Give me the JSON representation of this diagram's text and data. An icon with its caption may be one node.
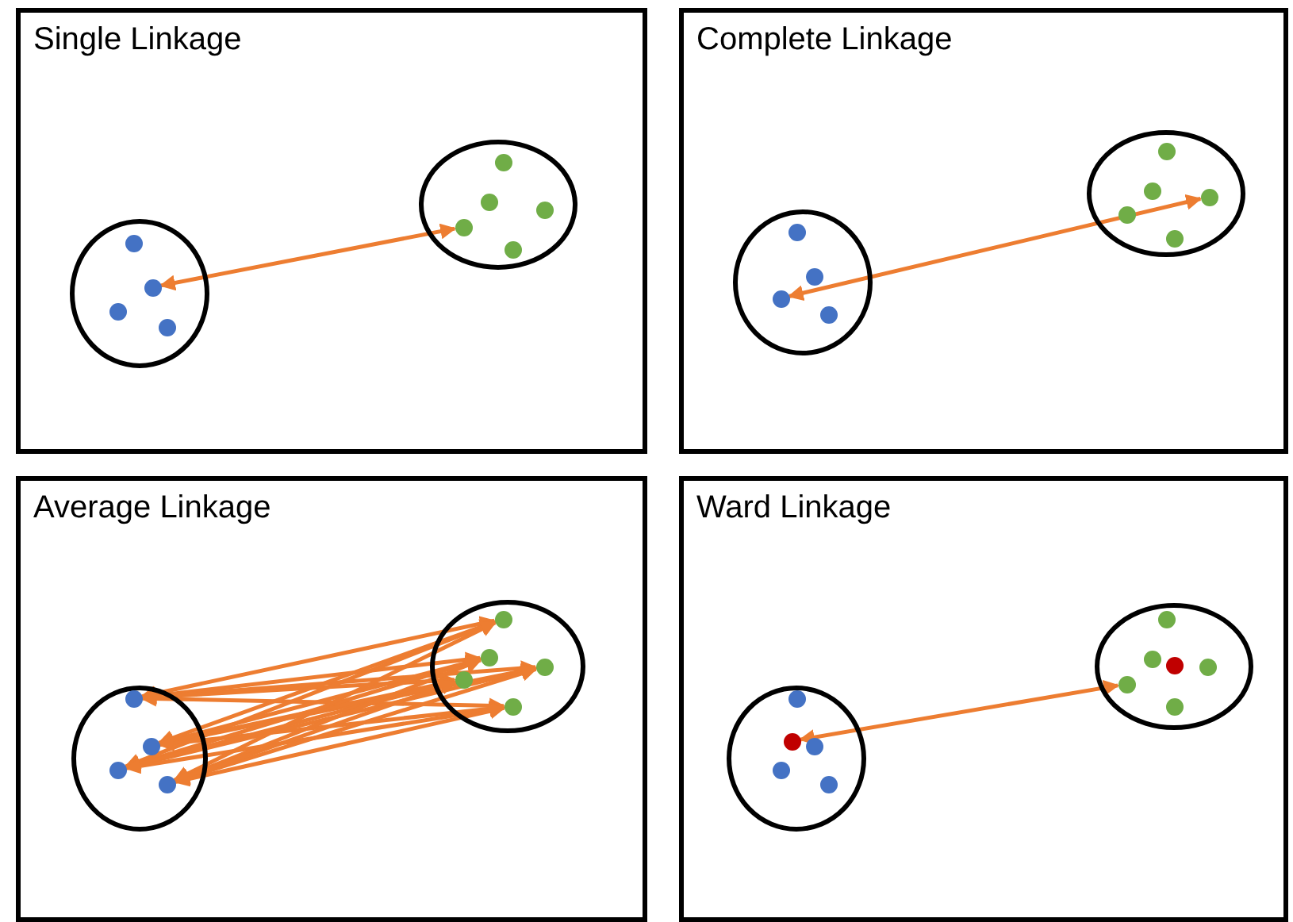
{
  "diagram": {
    "nodes": [
      {
        "text": [
          "Single Linkage"
        ]
      },
      {
        "text": [],
        "shape": "ellipse",
        "in": 0
      },
      {
        "text": [],
        "shape": "circle",
        "in": 1
      },
      {
        "text": [],
        "shape": "circle",
        "in": 1
      },
      {
        "text": [],
        "shape": "circle",
        "in": 1
      },
      {
        "text": [],
        "shape": "circle",
        "in": 1
      },
      {
        "text": [],
        "shape": "ellipse",
        "in": 0
      },
      {
        "text": [],
        "shape": "circle",
        "in": 6
      },
      {
        "text": [],
        "shape": "circle",
        "in": 6
      },
      {
        "text": [],
        "shape": "circle",
        "in": 6
      },
      {
        "text": [],
        "shape": "circle",
        "in": 6
      },
      {
        "text": [],
        "shape": "circle",
        "in": 6
      },
      {
        "text": [
          "Complete Linkage"
        ]
      },
      {
        "text": [],
        "shape": "ellipse",
        "in": 12
      },
      {
        "text": [],
        "shape": "circle",
        "in": 13
      },
      {
        "text": [],
        "shape": "circle",
        "in": 13
      },
      {
        "text": [],
        "shape": "circle",
        "in": 13
      },
      {
        "text": [],
        "shape": "circle",
        "in": 13
      },
      {
        "text": [],
        "shape": "ellipse",
        "in": 12
      },
      {
        "text": [],
        "shape": "circle",
        "in": 18
      },
      {
        "text": [],
        "shape": "circle",
        "in": 18
      },
      {
        "text": [],
        "shape": "circle",
        "in": 18
      },
      {
        "text": [],
        "shape": "circle",
        "in": 18
      },
      {
        "text": [],
        "shape": "circle",
        "in": 18
      },
      {
        "text": [
          "Average Linkage"
        ]
      },
      {
        "text": [],
        "shape": "ellipse",
        "in": 24
      },
      {
        "text": [],
        "shape": "circle",
        "in": 25
      },
      {
        "text": [],
        "shape": "circle",
        "in": 25
      },
      {
        "text": [],
        "shape": "circle",
        "in": 25
      },
      {
        "text": [],
        "shape": "circle",
        "in": 25
      },
      {
        "text": [],
        "shape": "ellipse",
        "in": 24
      },
      {
        "text": [],
        "shape": "circle",
        "in": 30
      },
      {
        "text": [],
        "shape": "circle",
        "in": 30
      },
      {
        "text": [],
        "shape": "circle",
        "in": 30
      },
      {
        "text": [],
        "shape": "circle",
        "in": 30
      },
      {
        "text": [],
        "shape": "circle",
        "in": 30
      },
      {
        "text": [
          "Ward Linkage"
        ]
      },
      {
        "text": [],
        "shape": "ellipse",
        "in": 36
      },
      {
        "text": [],
        "shape": "circle",
        "in": 37
      },
      {
        "text": [],
        "shape": "circle",
        "in": 37
      },
      {
        "text": [],
        "shape": "circle",
        "in": 37
      },
      {
        "text": [],
        "shape": "circle",
        "in": 37
      },
      {
        "text": [],
        "shape": "circle",
        "in": 37
      },
      {
        "text": [],
        "shape": "ellipse",
        "in": 36
      },
      {
        "text": [],
        "shape": "circle",
        "in": 43
      },
      {
        "text": [],
        "shape": "circle",
        "in": 43
      },
      {
        "text": [],
        "shape": "circle",
        "in": 43
      },
      {
        "text": [],
        "shape": "circle",
        "in": 43
      },
      {
        "text": [],
        "shape": "circle",
        "in": 43
      },
      {
        "text": [],
        "shape": "circle",
        "in": 43
      }
    ],
    "edges": [
      {
        "from": 3,
        "to": 10,
        "arrow": "both"
      },
      {
        "from": 16,
        "to": 21,
        "arrow": "both"
      },
      {
        "from": 26,
        "to": 31,
        "arrow": "both"
      },
      {
        "from": 26,
        "to": 32,
        "arrow": "both"
      },
      {
        "from": 26,
        "to": 33,
        "arrow": "both"
      },
      {
        "from": 26,
        "to": 34,
        "arrow": "both"
      },
      {
        "from": 26,
        "to": 35,
        "arrow": "both"
      },
      {
        "from": 27,
        "to": 31,
        "arrow": "both"
      },
      {
        "from": 27,
        "to": 32,
        "arrow": "both"
      },
      {
        "from": 27,
        "to": 33,
        "arrow": "both"
      },
      {
        "from": 27,
        "to": 34,
        "arrow": "both"
      },
      {
        "from": 27,
        "to": 35,
        "arrow": "both"
      },
      {
        "from": 28,
        "to": 31,
        "arrow": "both"
      },
      {
        "from": 28,
        "to": 32,
        "arrow": "both"
      },
      {
        "from": 28,
        "to": 33,
        "arrow": "both"
      },
      {
        "from": 28,
        "to": 34,
        "arrow": "both"
      },
      {
        "from": 28,
        "to": 35,
        "arrow": "both"
      },
      {
        "from": 29,
        "to": 31,
        "arrow": "both"
      },
      {
        "from": 29,
        "to": 32,
        "arrow": "both"
      },
      {
        "from": 29,
        "to": 33,
        "arrow": "both"
      },
      {
        "from": 29,
        "to": 34,
        "arrow": "both"
      },
      {
        "from": 29,
        "to": 35,
        "arrow": "both"
      },
      {
        "from": 39,
        "to": 48,
        "arrow": "both"
      }
    ]
  }
}
